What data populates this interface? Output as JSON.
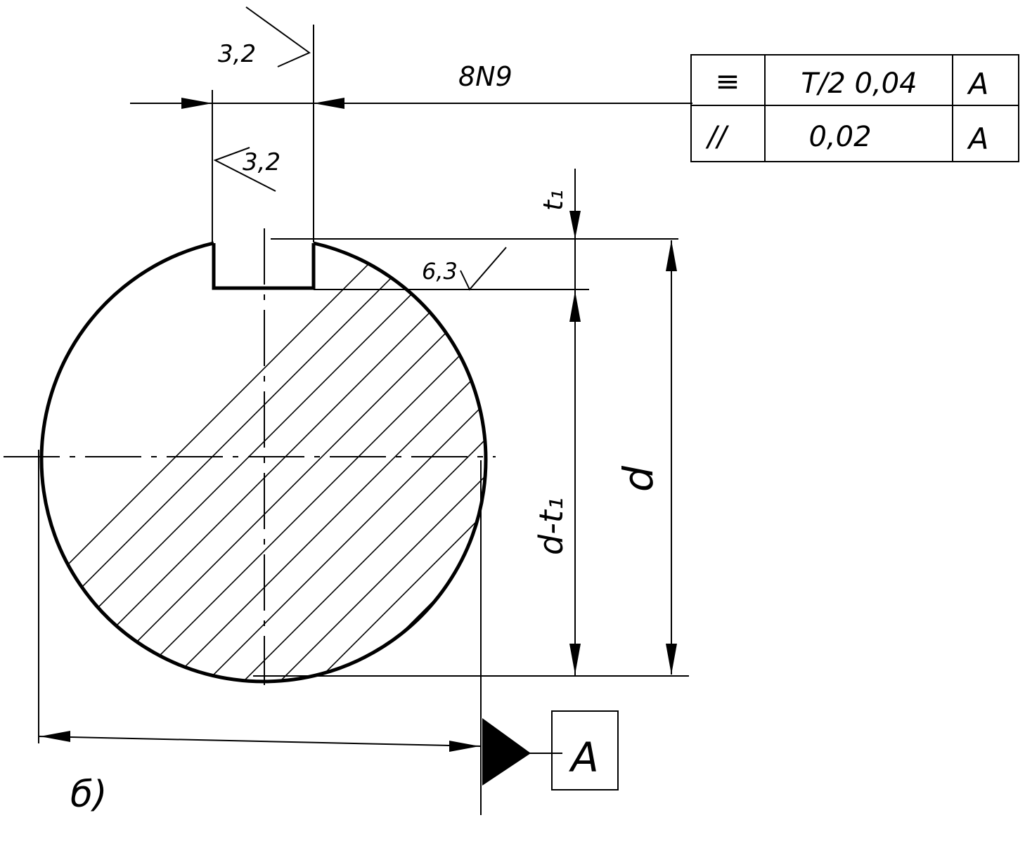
{
  "roughness": {
    "keyway_side": "3,2",
    "keyway_bottom": "3,2",
    "flat": "6,3"
  },
  "dimensions": {
    "keyway_width": "8N9",
    "depth": "t₁",
    "diameter_minus_depth": "d-t₁",
    "diameter": "d"
  },
  "tolerance_frame": {
    "rows": [
      {
        "symbol": "≡",
        "value": "T/2 0,04",
        "datum": "A"
      },
      {
        "symbol": "//",
        "value": "0,02",
        "datum": "A"
      }
    ]
  },
  "datum": {
    "label": "A"
  },
  "figure_label": "б)"
}
